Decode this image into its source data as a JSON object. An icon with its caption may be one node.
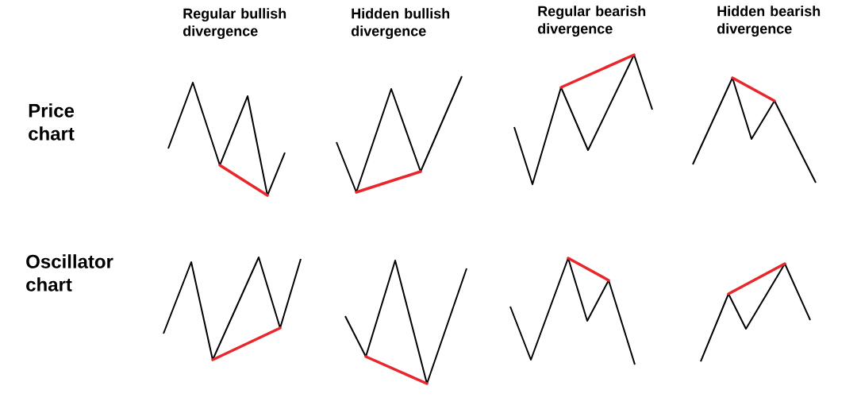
{
  "diagram": {
    "labels": [
      "Regular bullish divergence",
      "Hidden bullish divergence",
      "Regular bearish divergence",
      "Hidden bearish divergence",
      "Price chart",
      "Oscillator chart"
    ]
  }
}
